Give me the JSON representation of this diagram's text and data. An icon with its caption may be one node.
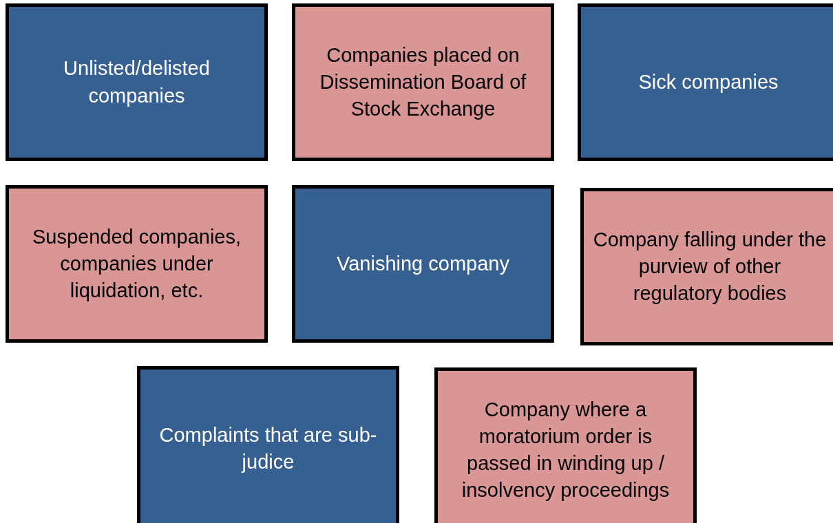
{
  "diagram": {
    "nodes": [
      {
        "text": [
          "Unlisted/delisted companies"
        ]
      },
      {
        "text": [
          "Companies placed on Dissemination Board of Stock Exchange"
        ]
      },
      {
        "text": [
          "Sick companies"
        ]
      },
      {
        "text": [
          "Suspended companies, companies under liquidation, etc."
        ]
      },
      {
        "text": [
          "Vanishing company"
        ]
      },
      {
        "text": [
          "Company falling under the purview of other regulatory bodies"
        ]
      },
      {
        "text": [
          "Complaints that are sub-judice"
        ]
      },
      {
        "text": [
          "Company where a moratorium order is passed in winding up / insolvency proceedings"
        ]
      }
    ]
  }
}
